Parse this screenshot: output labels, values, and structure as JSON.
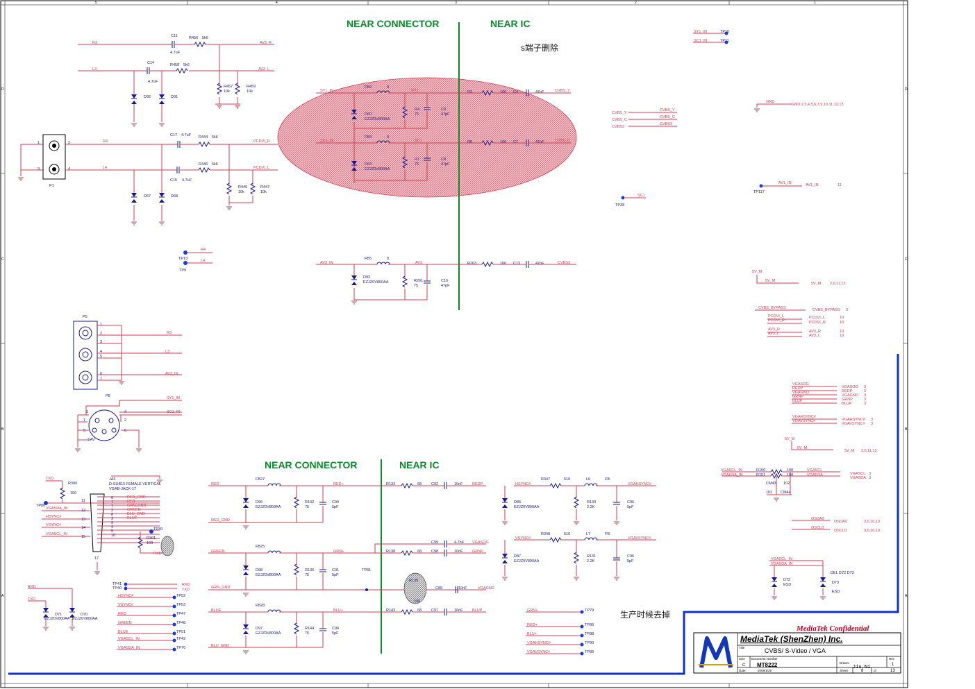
{
  "labels": {
    "near_connector": "NEAR CONNECTOR",
    "near_ic": "NEAR IC",
    "note_top": "s端子删除",
    "note_bottom": "生产时候去掉",
    "confidential": "MediaTek Confidential",
    "company": "MediaTek (ShenZhen) Inc.",
    "title_label": "Title",
    "title": "CVBS/ S-Video / VGA",
    "size_label": "Size",
    "size": "C",
    "docnum_label": "Document Number",
    "docnum": "MT8222",
    "rev_label": "Rev",
    "rev": "1",
    "date_label": "Date:",
    "date": "2008/1/25",
    "drawn_label": "Drawn:",
    "drawn": "Jiu.Ni",
    "sheet_label": "Sheet",
    "sheet": "8",
    "of_label": "of",
    "of": "13"
  },
  "border": {
    "cols_top": [
      "5",
      "4",
      "3",
      "2",
      "1"
    ],
    "rows_left": [
      "D",
      "C",
      "B",
      "A"
    ]
  },
  "top_left": {
    "nets": [
      "R3",
      "L3",
      "AV3_R",
      "AV3_L",
      "R4",
      "L4",
      "PCDVI_R",
      "PCDVI_L"
    ],
    "parts": [
      "C11",
      "4.7uF",
      "R456",
      "5k6",
      "C14",
      "4.7uF",
      "R458",
      "5k6",
      "R457",
      "10k",
      "R459",
      "10k",
      "D92",
      "D91",
      "C17",
      "4.7uF",
      "R444",
      "5k6",
      "C15",
      "4.7uF",
      "R446",
      "5k6",
      "R445",
      "10k",
      "R447",
      "10k",
      "D67",
      "D68",
      "P1"
    ],
    "pins": [
      "1",
      "2",
      "3",
      "4"
    ]
  },
  "test_points_left": {
    "r4": "R4",
    "l4": "L4",
    "tp13": "TP13",
    "tp9": "TP9"
  },
  "center_top": {
    "nets": [
      "SY1_IN",
      "SY1",
      "CVBS_Y",
      "SC1_IN",
      "SC1",
      "CVBS_C",
      "AV3_IN",
      "AV3",
      "CVBS3"
    ],
    "parts": [
      "FB2",
      "0",
      "D60",
      "EZJZ0V800AA",
      "R4",
      "75",
      "C9",
      "47pF",
      "R3",
      "100",
      "C4",
      "47nF",
      "FB3",
      "0",
      "D63",
      "EZJZ0V800AA",
      "R7",
      "75",
      "C8",
      "47pF",
      "R5",
      "100",
      "C7",
      "47nF",
      "FB5",
      "0",
      "D93",
      "EZJZ0V800AA",
      "R261",
      "75",
      "C16",
      "47pF",
      "R263",
      "100",
      "C13",
      "47nF"
    ]
  },
  "right_top": {
    "tp10": "TP10",
    "tp11": "TP11",
    "sy1_in": "SY1_IN",
    "sc1_in": "SC1_IN",
    "gnd": "GND",
    "gnd_pages": "GND   2,3,4,5,6,7,9,10,11,12,13",
    "cvbs_y": "CVBS_Y",
    "cvbs_c": "CVBS_C",
    "cvbs3": "CVBS3",
    "av1_in": "AV1_IN",
    "av1_page": "11",
    "tp117": "TP117",
    "sc1": "SC1",
    "tp38": "TP38",
    "v5m": "5V_M",
    "v5m_pages": "2,6,11,13",
    "cvbs_bypass": "CVBS_BYPASS",
    "cvbs_bypass_page": "3",
    "pcdvi_l": "PCDVI_L",
    "pcdvi_r": "PCDVI_R",
    "av3_r": "AV3_R",
    "av3_l": "AV3_L",
    "p10": "10"
  },
  "right_mid": {
    "nets": [
      "VGASOG",
      "REDP",
      "VGAGND",
      "GRNP",
      "BLUP"
    ],
    "pages": [
      "3",
      "3",
      "3",
      "3",
      "3"
    ],
    "hsync": "VGAHSYNC#",
    "vsync": "VGAVSYNC#",
    "sync_page": "3",
    "v5m": "5V_M",
    "v5m_pages": "2,6,11,13",
    "vgascl_in": "VGASCL_IN",
    "vgasda_in": "VGASDA_IN",
    "r156": "R156",
    "r151": "R151",
    "r_val": "100",
    "vgascl": "VGASCL",
    "vgasda": "VGASDA",
    "cm43": "CM43",
    "cm44": "CM44",
    "cm_val": "102",
    "osda0": "OSDA0",
    "oscl0": "OSCL0",
    "os_pages": "3,6,10,13",
    "d72": "D72",
    "d73": "D73",
    "esd": "ESD",
    "del_note": "DEL  D72  D73"
  },
  "left_mid": {
    "p5": "P5",
    "p8": "P8",
    "sav": "SAV",
    "nets": [
      "R3",
      "L3",
      "AV3_IN",
      "SY1_IN",
      "SC1_IN"
    ]
  },
  "bottom_left": {
    "txd": "TXD",
    "r300": "R300",
    "r300_val": "100",
    "tp80": "TP80",
    "ja3": "JA3",
    "ja3_desc": "D-SUB15 FEMALE VERTICAL",
    "ja3_part": "VGAB-JACK-17",
    "nets": [
      "VGASDA_IN",
      "HSYNC#",
      "VSYNC#",
      "VGASCL_IN",
      "RED_GND",
      "RED",
      "GRN_GND",
      "GREEN",
      "BLU_GND",
      "BLUE"
    ],
    "r301": "R301",
    "r301_val": "100",
    "tp39": "TP39",
    "rxd": "RXD",
    "tp41": "TP41",
    "tp40": "TP40",
    "rxd2": "RXD",
    "txd2": "TXD",
    "d71": "D71",
    "d70": "D70",
    "esd_part": "EZJZ0V800AA"
  },
  "bottom_tps": {
    "nets": [
      "HSYNC#",
      "VSYNC#",
      "RED",
      "GREEN",
      "BLUE",
      "VGASCL_IN",
      "VGASDA_IN"
    ],
    "tps": [
      "TP52",
      "TP53",
      "TP47",
      "TP48",
      "TP51",
      "TP42",
      "TP76"
    ]
  },
  "bottom_center": {
    "nets": [
      "RED",
      "RED_GND",
      "RED+",
      "REDP",
      "GREEN",
      "GRN+",
      "GRNP",
      "GRN_GND",
      "VGASOG",
      "VGAGND",
      "BLUE",
      "BLU+",
      "BLUP",
      "BLU_GND"
    ],
    "parts": [
      "FB27",
      "D96",
      "EZJZ0V800AA",
      "R132",
      "75",
      "C90",
      "5pF",
      "R133",
      "68",
      "C92",
      "10nF",
      "FB25",
      "D98",
      "R136",
      "C91",
      "5pF",
      "R138",
      "68",
      "C98",
      "10nF",
      "C99",
      "4.7nF",
      "TP81",
      "R135",
      "100",
      "C89",
      "10nF",
      "FB28",
      "D97",
      "R144",
      "C94",
      "5pF",
      "R143",
      "68",
      "C97",
      "10nF"
    ]
  },
  "bottom_right": {
    "hsync": "HSYNC#",
    "vsync": "VSYNC#",
    "vgahsync": "VGAHSYNC#",
    "vgavsync": "VGAVSYNC#",
    "r347": "R347",
    "r348": "R348",
    "r510": "510",
    "l6": "L6",
    "l7": "L7",
    "fb": "FB",
    "r130": "R130",
    "r131": "R131",
    "r22k": "2.2K",
    "c95": "C95",
    "c96": "C96",
    "c5pf": "5pF",
    "d86": "D86",
    "d87": "D87",
    "esd_part": "EZJZ0V800AA",
    "tp_nets": [
      "GRN+",
      "RED+",
      "BLU+",
      "VGAHSYNC#",
      "VGAVSYNC#"
    ],
    "tp_names": [
      "TP79",
      "TP86",
      "TP88",
      "TP90",
      "TP89"
    ]
  },
  "colors": {
    "wire": "#d63a50",
    "comp": "#1a1a8a",
    "green": "#0b8a2a",
    "blue": "#1030d0",
    "hatch": "#e25a6a"
  }
}
